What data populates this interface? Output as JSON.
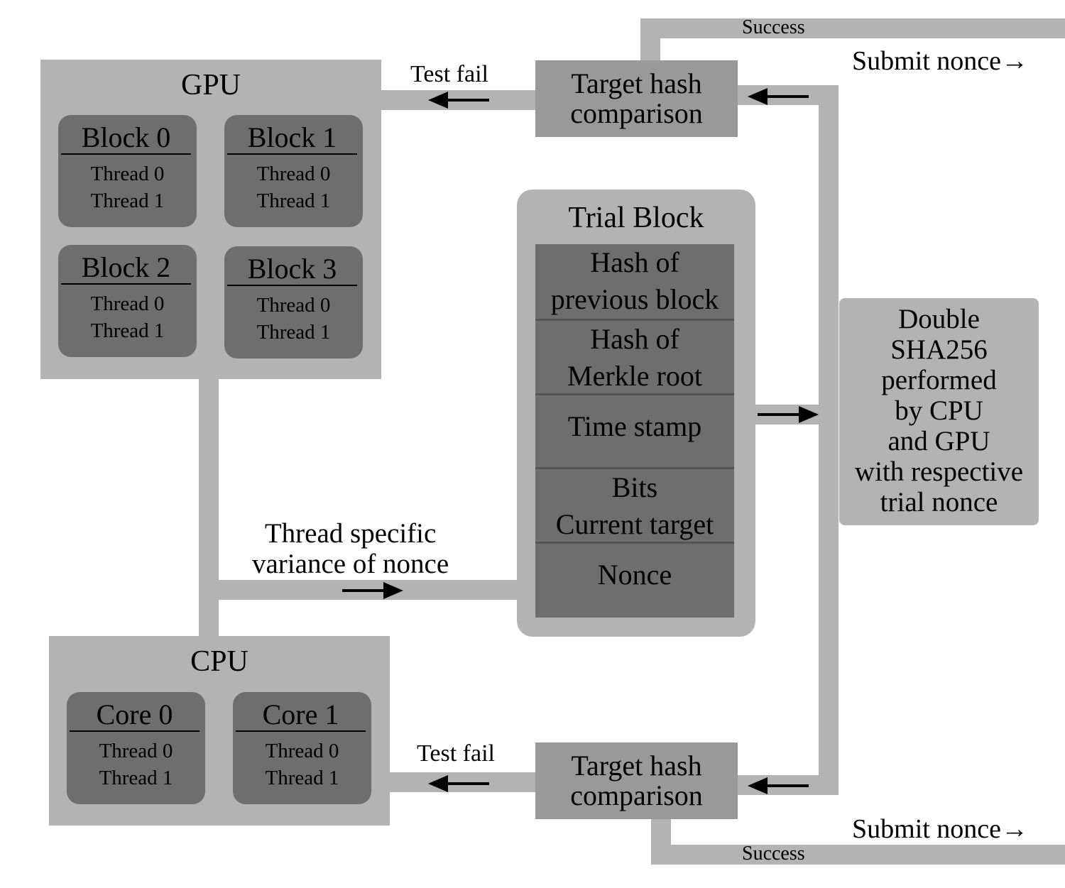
{
  "gpu": {
    "title": "GPU",
    "blocks": [
      {
        "title": "Block 0",
        "threads": [
          "Thread 0",
          "Thread 1"
        ]
      },
      {
        "title": "Block 1",
        "threads": [
          "Thread 0",
          "Thread 1"
        ]
      },
      {
        "title": "Block 2",
        "threads": [
          "Thread 0",
          "Thread 1"
        ]
      },
      {
        "title": "Block 3",
        "threads": [
          "Thread 0",
          "Thread 1"
        ]
      }
    ]
  },
  "cpu": {
    "title": "CPU",
    "cores": [
      {
        "title": "Core 0",
        "threads": [
          "Thread 0",
          "Thread 1"
        ]
      },
      {
        "title": "Core 1",
        "threads": [
          "Thread 0",
          "Thread 1"
        ]
      }
    ]
  },
  "trial_block": {
    "title": "Trial Block",
    "fields": [
      [
        "Hash of",
        "previous block"
      ],
      [
        "Hash of",
        "Merkle root"
      ],
      [
        "Time stamp"
      ],
      [
        "Bits",
        "Current target"
      ],
      [
        "Nonce"
      ]
    ]
  },
  "comparison_top": [
    "Target hash",
    "comparison"
  ],
  "comparison_bottom": [
    "Target hash",
    "comparison"
  ],
  "sha_box": [
    "Double",
    "SHA256",
    "performed",
    "by CPU",
    "and GPU",
    "with respective",
    "trial nonce"
  ],
  "labels": {
    "test_fail_top": "Test fail",
    "test_fail_bottom": "Test fail",
    "success_top": "Success",
    "success_bottom": "Success",
    "submit_top": "Submit nonce→",
    "submit_bottom": "Submit nonce→",
    "variance": [
      "Thread specific",
      "variance of nonce"
    ]
  }
}
